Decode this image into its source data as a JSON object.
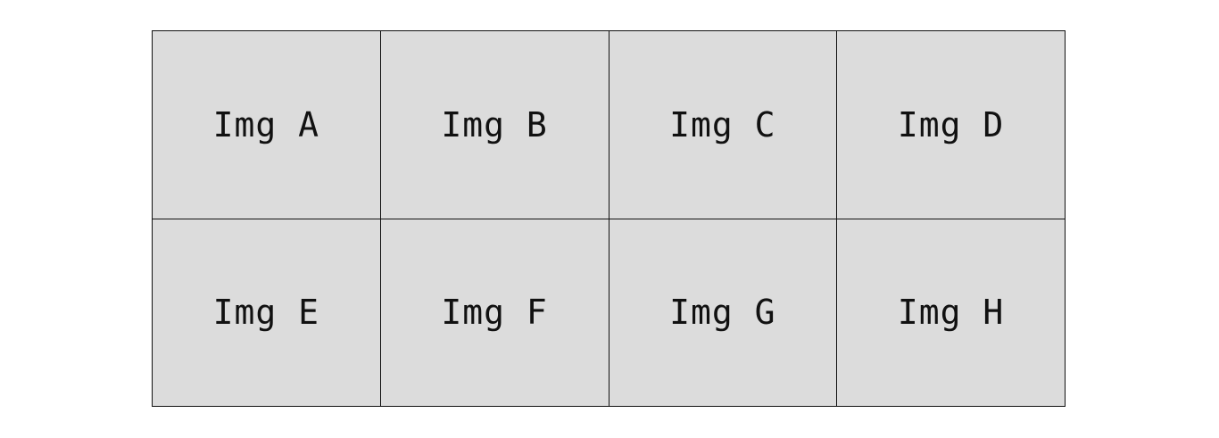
{
  "grid": {
    "tiles": [
      {
        "label": "Img A"
      },
      {
        "label": "Img B"
      },
      {
        "label": "Img C"
      },
      {
        "label": "Img D"
      },
      {
        "label": "Img E"
      },
      {
        "label": "Img F"
      },
      {
        "label": "Img G"
      },
      {
        "label": "Img H"
      }
    ]
  },
  "colors": {
    "tile_background": "#dcdcdc",
    "border": "#111111",
    "text": "#111111"
  }
}
